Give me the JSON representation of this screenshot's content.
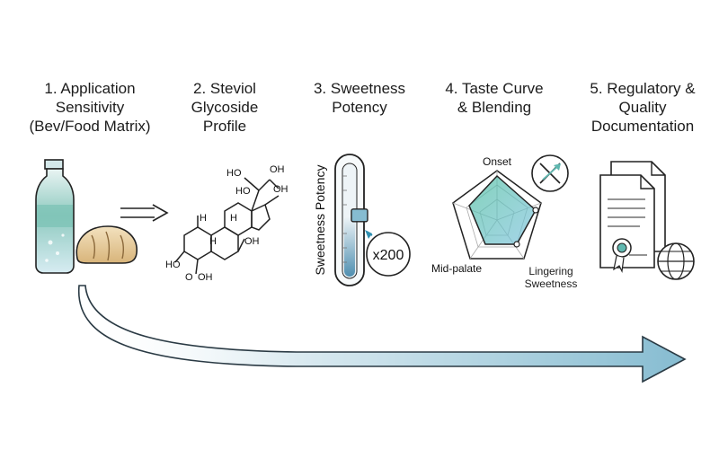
{
  "steps": [
    {
      "title": "1. Application\nSensitivity\n(Bev/Food Matrix)"
    },
    {
      "title": "2. Steviol\nGlycoside\nProfile"
    },
    {
      "title": "3. Sweetness\nPotency"
    },
    {
      "title": "4. Taste Curve\n& Blending"
    },
    {
      "title": "5. Regulatory &\nQuality\nDocumentation"
    }
  ],
  "molecule": {
    "labels": [
      "HO",
      "OH",
      "HO",
      "OH",
      "H",
      "H",
      "H",
      "HO",
      "OH",
      "HO",
      "O",
      "OH"
    ]
  },
  "potency": {
    "axis_label": "Sweetness Potency",
    "multiplier": "x200",
    "level": 0.55
  },
  "radar": {
    "labels": {
      "onset": "Onset",
      "mid": "Mid-palate",
      "lingering": "Lingering\nSweetness"
    }
  },
  "colors": {
    "teal": "#5fb8b0",
    "blue": "#6fa8c6",
    "arrow_light": "#e6f1f4",
    "arrow_dark": "#7fb6cc",
    "line": "#222222"
  }
}
